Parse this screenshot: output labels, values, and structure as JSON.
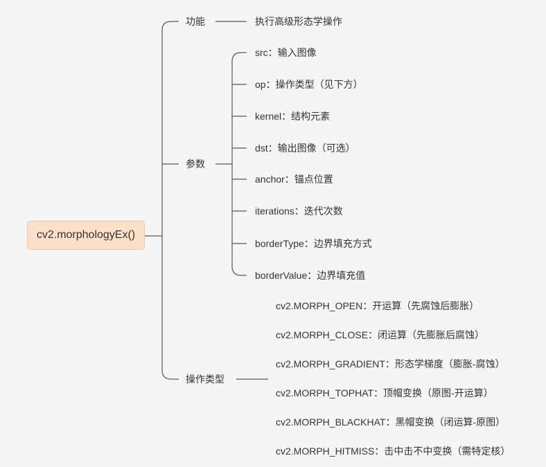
{
  "root": {
    "label": "cv2.morphologyEx()"
  },
  "branches": {
    "function": {
      "label": "功能",
      "children": [
        "执行高级形态学操作"
      ]
    },
    "params": {
      "label": "参数",
      "children": [
        "src：输入图像",
        "op：操作类型（见下方）",
        "kernel：结构元素",
        "dst：输出图像（可选）",
        "anchor：锚点位置",
        "iterations：迭代次数",
        "borderType：边界填充方式",
        "borderValue：边界填充值"
      ]
    },
    "op_types": {
      "label": "操作类型",
      "children": [
        "cv2.MORPH_OPEN：开运算（先腐蚀后膨胀）",
        "cv2.MORPH_CLOSE：闭运算（先膨胀后腐蚀）",
        "cv2.MORPH_GRADIENT：形态学梯度（膨胀-腐蚀）",
        "cv2.MORPH_TOPHAT：顶帽变换（原图-开运算）",
        "cv2.MORPH_BLACKHAT：黑帽变换（闭运算-原图）",
        "cv2.MORPH_HITMISS：击中击不中变换（需特定核）"
      ]
    }
  },
  "colors": {
    "root_fill": "#fde0c8",
    "line": "#555555",
    "text": "#333333",
    "background": "#f5f5f5"
  }
}
